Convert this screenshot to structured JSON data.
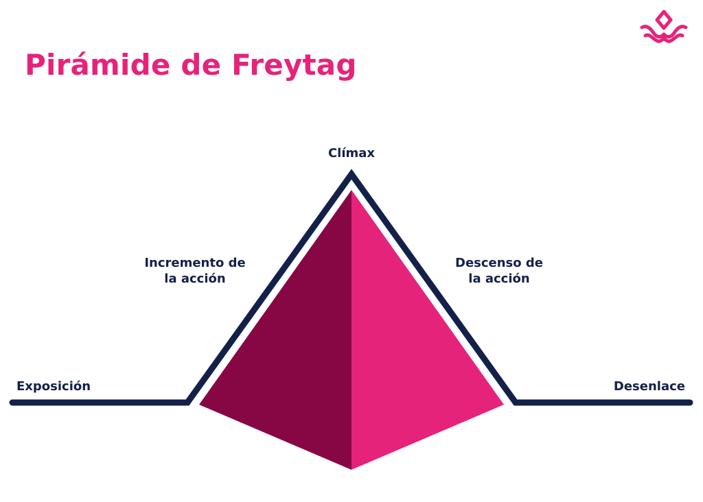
{
  "title": "Pirámide de Freytag",
  "stages": {
    "climax": "Clímax",
    "rising_action": {
      "line1": "Incremento de",
      "line2": "la acción"
    },
    "falling_action": {
      "line1": "Descenso de",
      "line2": "la acción"
    },
    "exposition": "Exposición",
    "resolution": "Desenlace"
  },
  "colors": {
    "brand": "#e6237a",
    "pyramid_dark_face": "#870744",
    "pyramid_light_face": "#e6237a",
    "outline": "#132049",
    "text": "#132049"
  },
  "icons": {
    "logo": "lotus-logo-icon"
  }
}
